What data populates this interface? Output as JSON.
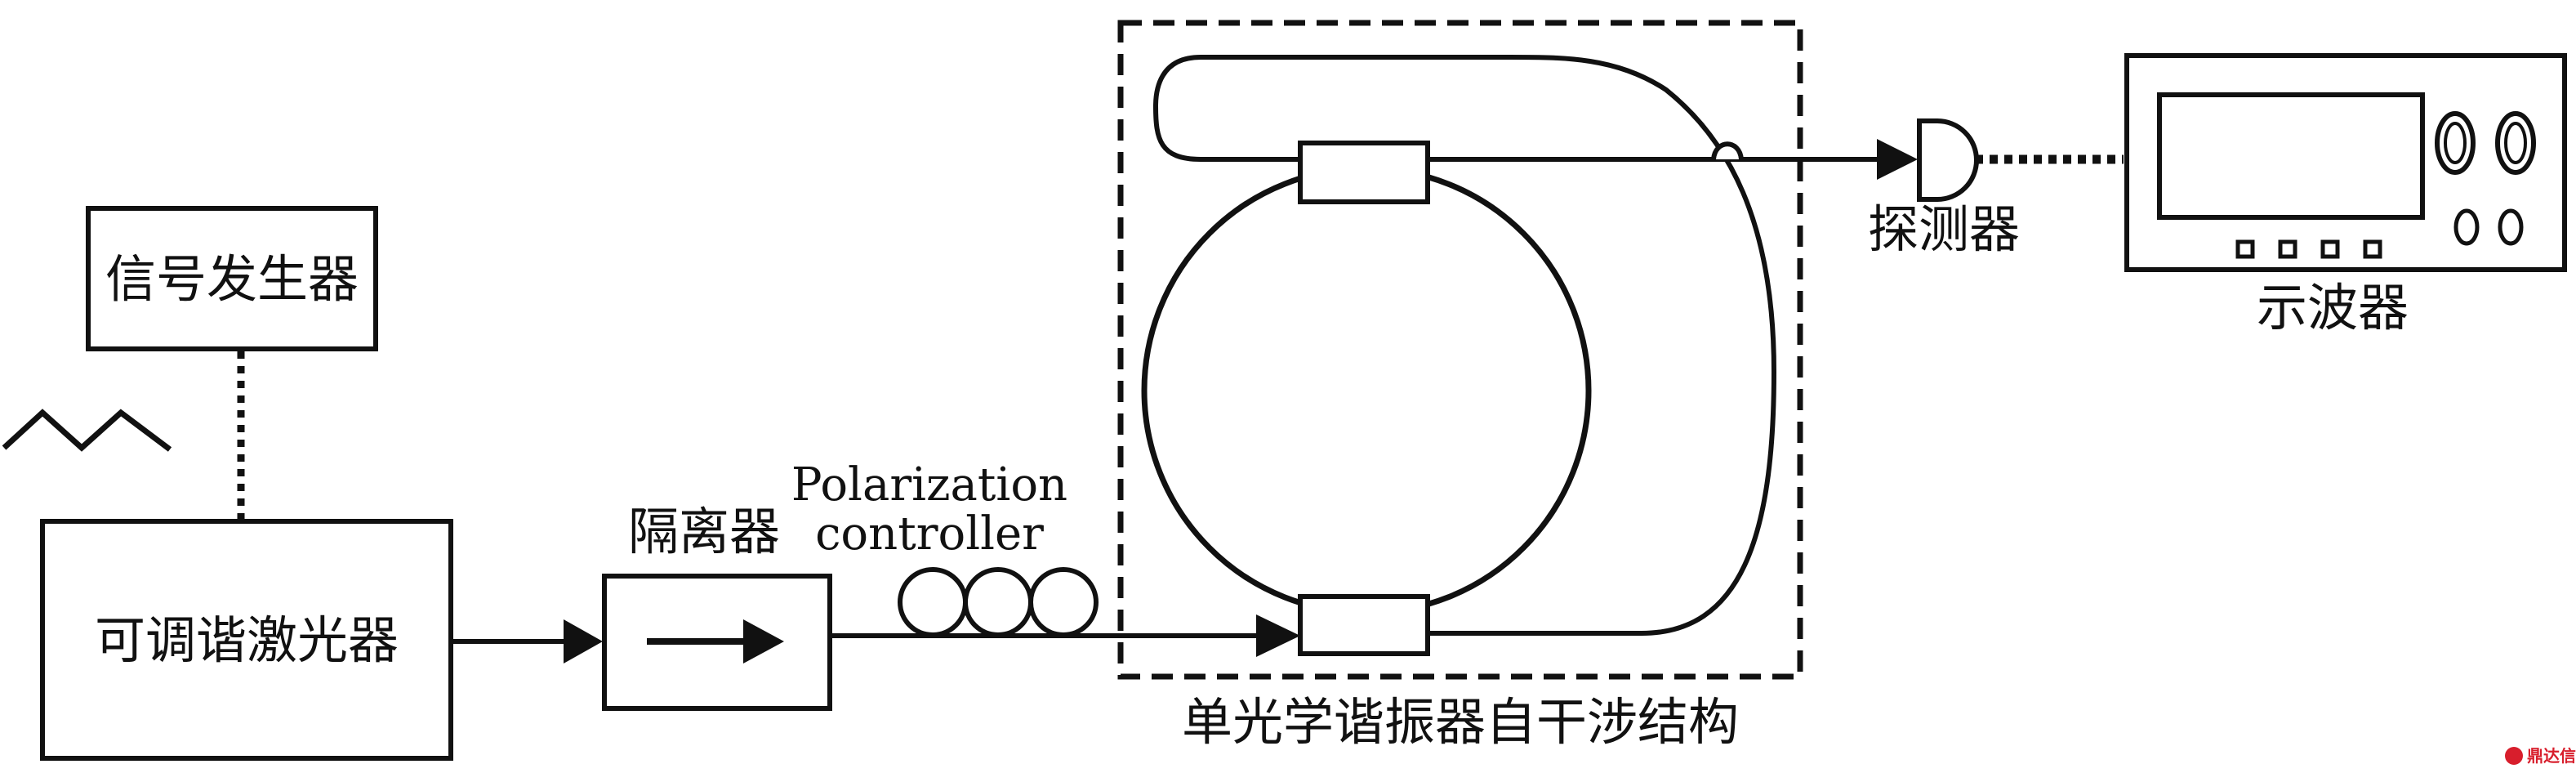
{
  "labels": {
    "signal_generator": "信号发生器",
    "tunable_laser": "可调谐激光器",
    "isolator": "隔离器",
    "polarization_controller_line1": "Polarization",
    "polarization_controller_line2": "controller",
    "detector": "探测器",
    "oscilloscope": "示波器",
    "structure_caption": "单光学谐振器自干涉结构",
    "watermark": "鼎达信"
  },
  "colors": {
    "stroke": "#111111",
    "background": "#ffffff",
    "watermark": "#d81e2c"
  },
  "icons": {
    "triangle_wave": "triangle-wave-icon",
    "isolator_arrow": "arrow-right-icon",
    "detector": "photodetector-icon",
    "oscilloscope": "oscilloscope-icon"
  }
}
